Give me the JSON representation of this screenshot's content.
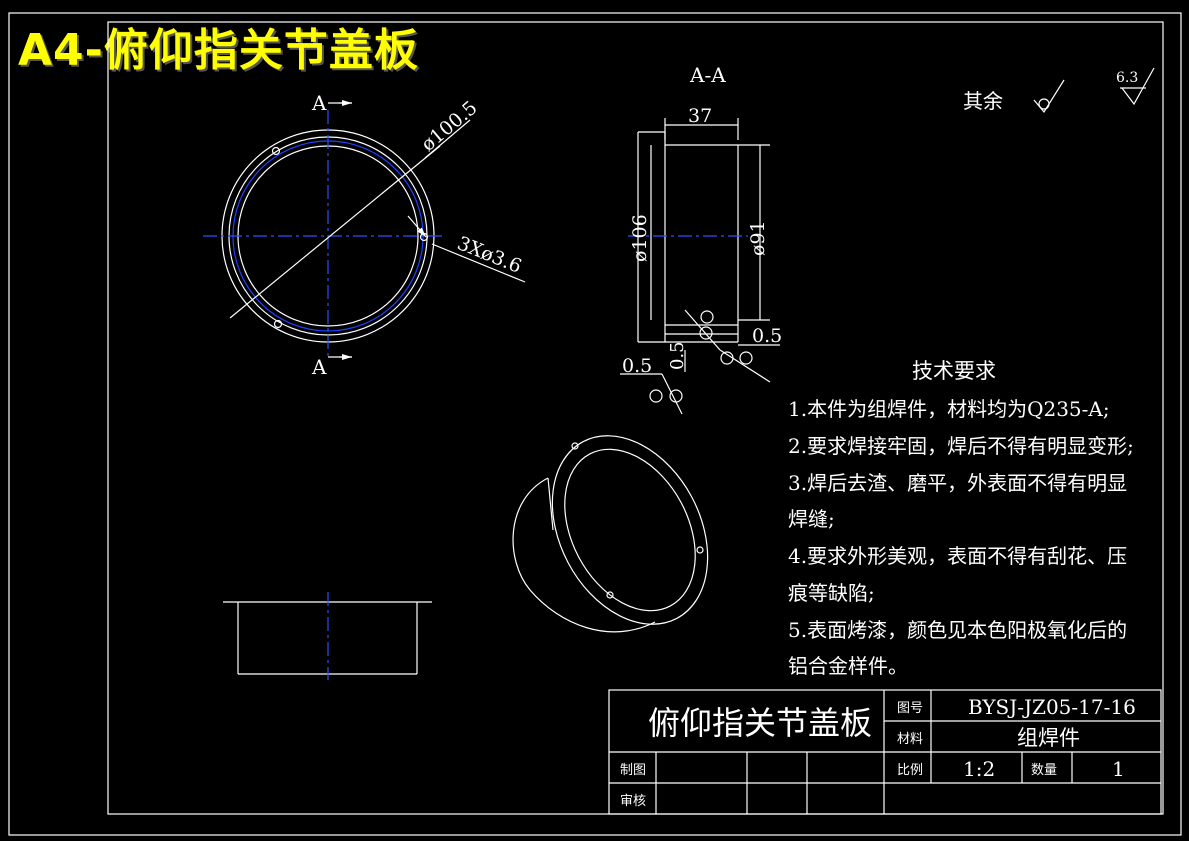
{
  "banner_title": "A4-俯仰指关节盖板",
  "section": {
    "label": "A-A",
    "cut_mark": "A"
  },
  "dimensions": {
    "outer_dia": "ø100.5",
    "holes": "3Xø3.6",
    "width": "37",
    "dia_106": "ø106",
    "dia_91": "ø91",
    "weld_left": "0.5",
    "weld_mid": "0.5",
    "weld_right": "0.5"
  },
  "roughness": {
    "label": "其余",
    "value": "6.3"
  },
  "tech_requirements": {
    "heading": "技术要求",
    "lines": [
      "1.本件为组焊件，材料均为Q235-A;",
      "2.要求焊接牢固，焊后不得有明显变形;",
      "3.焊后去渣、磨平，外表面不得有明显",
      "焊缝;",
      "4.要求外形美观，表面不得有刮花、压",
      "痕等缺陷;",
      "5.表面烤漆，颜色见本色阳极氧化后的",
      "铝合金样件。"
    ]
  },
  "title_block": {
    "part_name": "俯仰指关节盖板",
    "drawing_no_label": "图号",
    "drawing_no": "BYSJ-JZ05-17-16",
    "material_label": "材料",
    "material": "组焊件",
    "drawn_label": "制图",
    "checked_label": "审核",
    "scale_label": "比例",
    "scale": "1:2",
    "qty_label": "数量",
    "qty": "1"
  }
}
